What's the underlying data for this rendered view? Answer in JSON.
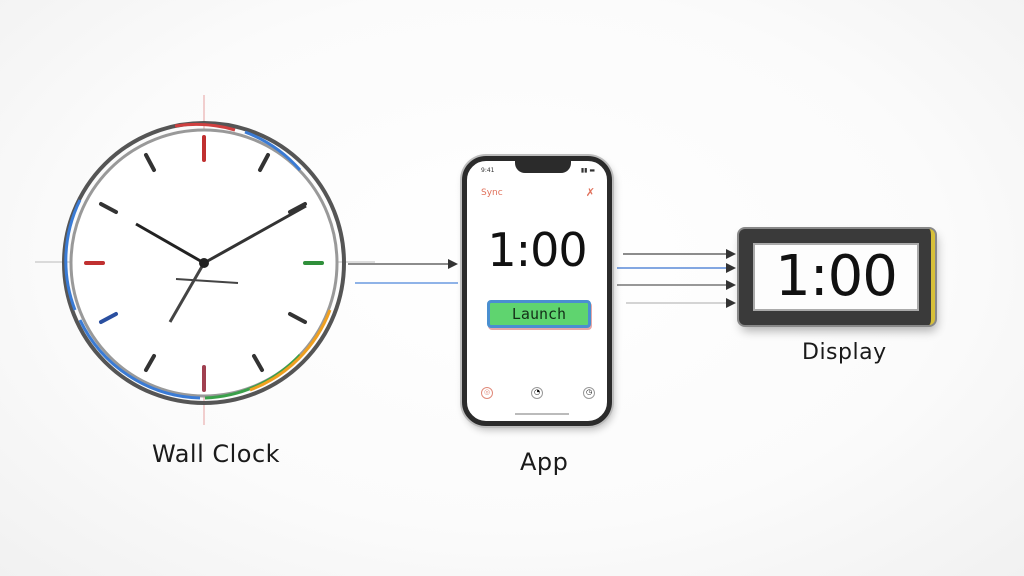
{
  "diagram": {
    "nodes": [
      {
        "id": "wall-clock",
        "label": "Wall Clock"
      },
      {
        "id": "app",
        "label": "App"
      },
      {
        "id": "display",
        "label": "Display"
      }
    ],
    "edges": [
      {
        "from": "wall-clock",
        "to": "app",
        "count": 1
      },
      {
        "from": "app",
        "to": "display",
        "count": 4
      }
    ]
  },
  "phone": {
    "status_left": "9:41",
    "status_right": "▮▮ ▬",
    "header_left": "Sync",
    "header_right": "✗",
    "time": "1:00",
    "launch_label": "Launch",
    "tab_icons": [
      "target-icon",
      "timer-icon",
      "clock-icon"
    ]
  },
  "display": {
    "time": "1:00"
  },
  "labels": {
    "wall_clock": "Wall Clock",
    "app": "App",
    "display": "Display"
  },
  "colors": {
    "launch_green": "#5fd46f",
    "launch_border": "#4a8fd0",
    "accent_red": "#d04040",
    "accent_blue": "#3a7bd5",
    "accent_green": "#3aa04a",
    "accent_orange": "#f0a020",
    "display_edge_yellow": "#d7c03a"
  }
}
